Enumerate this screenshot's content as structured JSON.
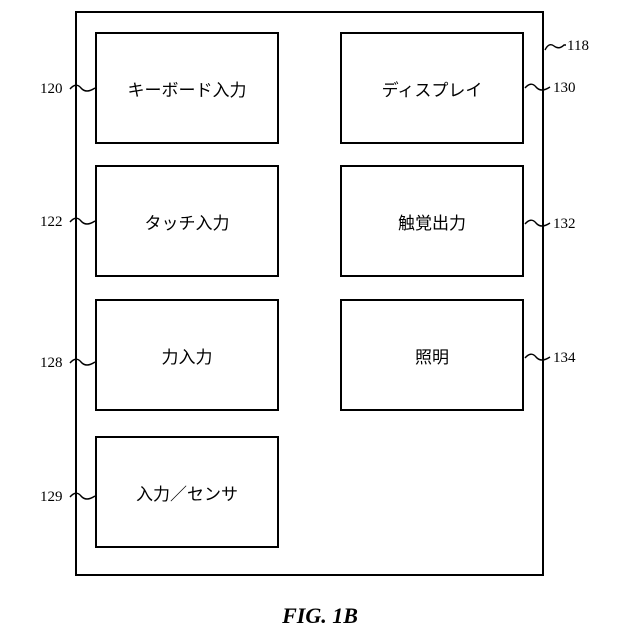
{
  "figure": {
    "caption": "FIG. 1B",
    "container_ref": "118"
  },
  "blocks": {
    "keyboard_input": {
      "label": "キーボード入力",
      "ref": "120"
    },
    "touch_input": {
      "label": "タッチ入力",
      "ref": "122"
    },
    "force_input": {
      "label": "力入力",
      "ref": "128"
    },
    "input_sensor": {
      "label": "入力／センサ",
      "ref": "129"
    },
    "display": {
      "label": "ディスプレイ",
      "ref": "130"
    },
    "haptic_output": {
      "label": "触覚出力",
      "ref": "132"
    },
    "illumination": {
      "label": "照明",
      "ref": "134"
    }
  }
}
